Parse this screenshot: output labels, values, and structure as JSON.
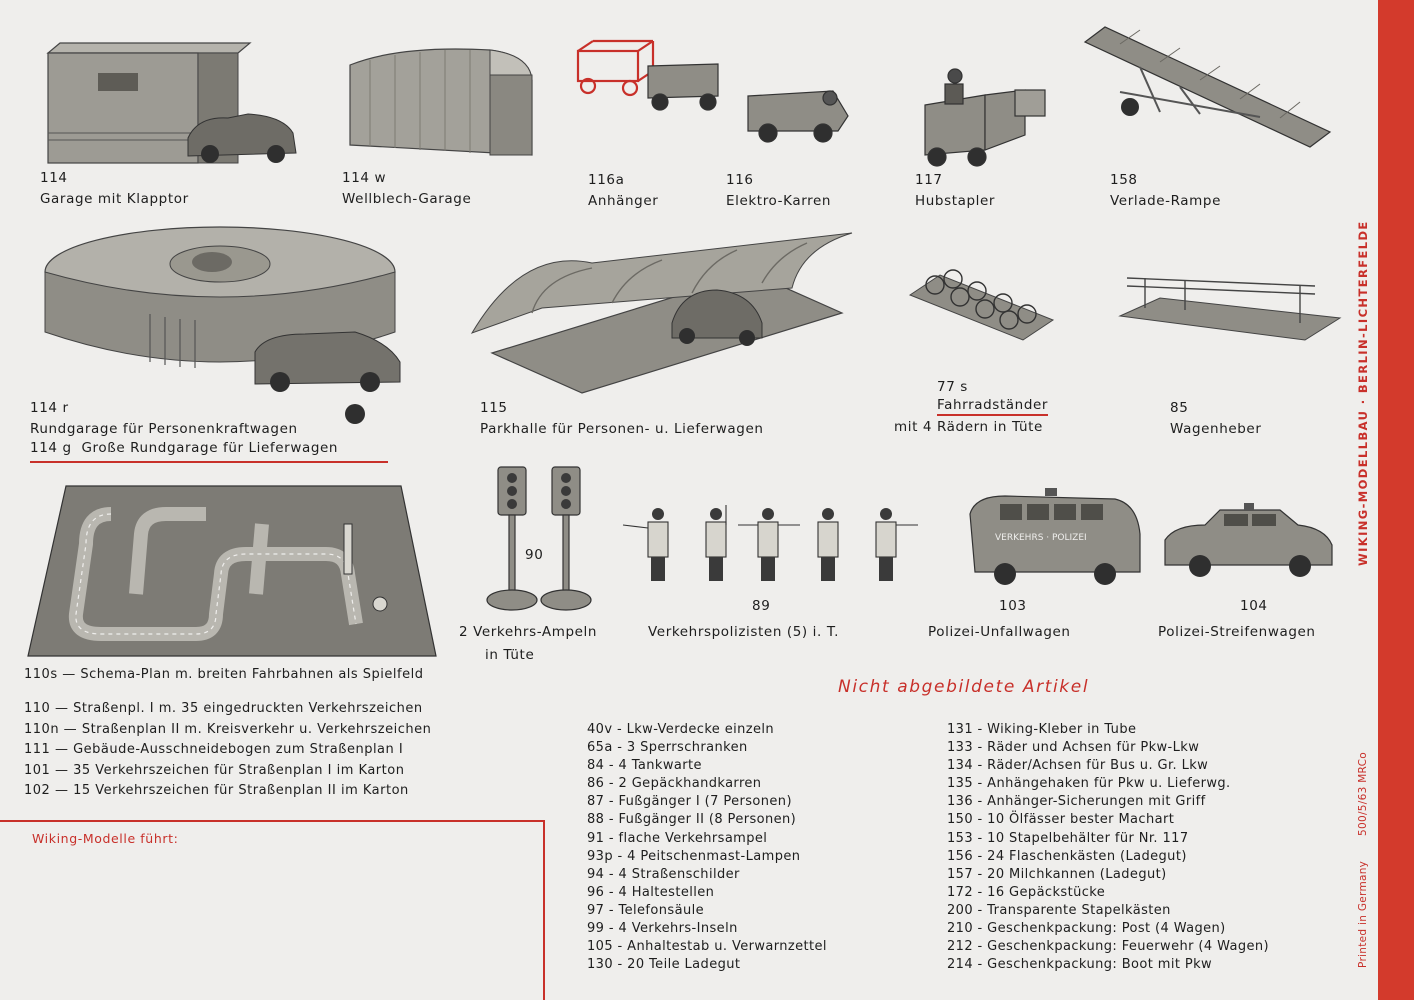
{
  "colors": {
    "accent_red": "#c8302a",
    "paper": "#efeeec",
    "ink": "#1e1e1e",
    "model_grey": "#8f8d86"
  },
  "sidebar": {
    "publisher": "WIKING-MODELLBAU · BERLIN-LICHTERFELDE",
    "print_code": "500/5/63 MRCo",
    "printed": "Printed in Germany"
  },
  "items": {
    "i114": {
      "number": "114",
      "name": "Garage mit Klapptor"
    },
    "i114w": {
      "number": "114 w",
      "name": "Wellblech-Garage"
    },
    "i116a": {
      "number": "116a",
      "name": "Anhänger"
    },
    "i116": {
      "number": "116",
      "name": "Elektro-Karren"
    },
    "i117": {
      "number": "117",
      "name": "Hubstapler"
    },
    "i158": {
      "number": "158",
      "name": "Verlade-Rampe"
    },
    "i114r": {
      "number": "114 r",
      "name": "Rundgarage für Personenkraftwagen"
    },
    "i114g": {
      "number": "114 g",
      "name": "Große Rundgarage für Lieferwagen"
    },
    "i115": {
      "number": "115",
      "name": "Parkhalle für Personen- u. Lieferwagen"
    },
    "i77s": {
      "number": "77 s",
      "name": "Fahrradständer",
      "note": "mit 4 Rädern in Tüte"
    },
    "i85": {
      "number": "85",
      "name": "Wagenheber"
    },
    "i90": {
      "number": "90",
      "name": "2 Verkehrs-Ampeln",
      "note": "in Tüte"
    },
    "i89": {
      "number": "89",
      "name": "Verkehrspolizisten (5) i. T."
    },
    "i103": {
      "number": "103",
      "name": "Polizei-Unfallwagen",
      "vehicle_text": "VERKEHRS · POLIZEI"
    },
    "i104": {
      "number": "104",
      "name": "Polizei-Streifenwagen"
    }
  },
  "plans": [
    "110s — Schema-Plan m. breiten Fahrbahnen als Spielfeld",
    "110  — Straßenpl. I m. 35 eingedruckten Verkehrszeichen",
    "110n — Straßenplan II m. Kreisverkehr u. Verkehrszeichen",
    "111  — Gebäude-Ausschneidebogen zum Straßenplan I",
    "101  — 35 Verkehrszeichen für Straßenplan I im Karton",
    "102  — 15 Verkehrszeichen für Straßenplan II im Karton"
  ],
  "dealer_label": "Wiking-Modelle führt:",
  "not_pictured": {
    "heading": "Nicht abgebildete Artikel",
    "col1": [
      "40v - Lkw-Verdecke einzeln",
      "65a - 3 Sperrschranken",
      "84 - 4 Tankwarte",
      "86 - 2 Gepäckhandkarren",
      "87 - Fußgänger I (7 Personen)",
      "88 - Fußgänger II (8 Personen)",
      "91 - flache Verkehrsampel",
      "93p - 4 Peitschenmast-Lampen",
      "94 - 4 Straßenschilder",
      "96 - 4 Haltestellen",
      "97 - Telefonsäule",
      "99 - 4 Verkehrs-Inseln",
      "105 - Anhaltestab u. Verwarnzettel",
      "130 - 20 Teile Ladegut"
    ],
    "col2": [
      "131 - Wiking-Kleber in Tube",
      "133 - Räder und Achsen für Pkw-Lkw",
      "134 - Räder/Achsen für Bus u. Gr. Lkw",
      "135 - Anhängehaken für Pkw u. Lieferwg.",
      "136 - Anhänger-Sicherungen mit Griff",
      "150 - 10 Ölfässer bester Machart",
      "153 - 10 Stapelbehälter für Nr. 117",
      "156 - 24 Flaschenkästen (Ladegut)",
      "157 - 20 Milchkannen (Ladegut)",
      "172 - 16 Gepäckstücke",
      "200 - Transparente Stapelkästen",
      "210 - Geschenkpackung: Post (4 Wagen)",
      "212 - Geschenkpackung: Feuerwehr (4 Wagen)",
      "214 - Geschenkpackung: Boot mit Pkw"
    ]
  }
}
